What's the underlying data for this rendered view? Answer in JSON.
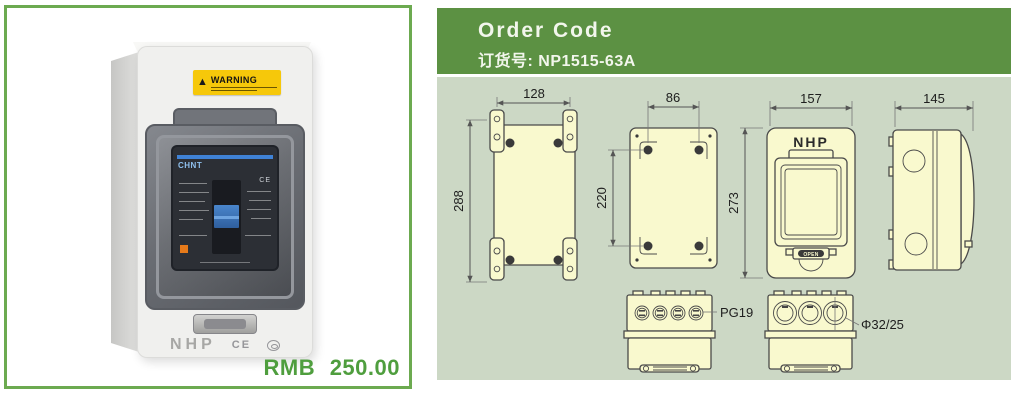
{
  "product_card": {
    "price": "RMB 250.00",
    "border_color": "#6caa50",
    "price_color": "#4f9e3e",
    "photo": {
      "warning_label": "WARNING",
      "warning_icon": "warning-triangle",
      "breaker_brand": "CHNT",
      "breaker_ce": "CE",
      "brand": "NHP",
      "ce_mark": "CE",
      "cert_mark_icon": "circled-approval-mark",
      "warning_color": "#f6c80a"
    }
  },
  "order_panel": {
    "header": {
      "title": "Order Code",
      "order_label": "订货号: NP1515-63A",
      "background": "#5c9143"
    },
    "drawing_area_background": "#ccd8c5",
    "drawing_fill": "#f9f9ce",
    "drawings": {
      "rear_view": {
        "width_dim": "128",
        "height_dim": "288"
      },
      "back_view": {
        "width_dim": "86",
        "height_dim": "220"
      },
      "front_view": {
        "width_dim": "157",
        "height_dim": "273",
        "brand": "NHP",
        "latch_label": "OPEN"
      },
      "side_view": {
        "depth_dim": "145"
      },
      "bottom_view_glands": {
        "label": "PG19"
      },
      "bottom_view_knockouts": {
        "label": "Φ32/25"
      }
    }
  }
}
